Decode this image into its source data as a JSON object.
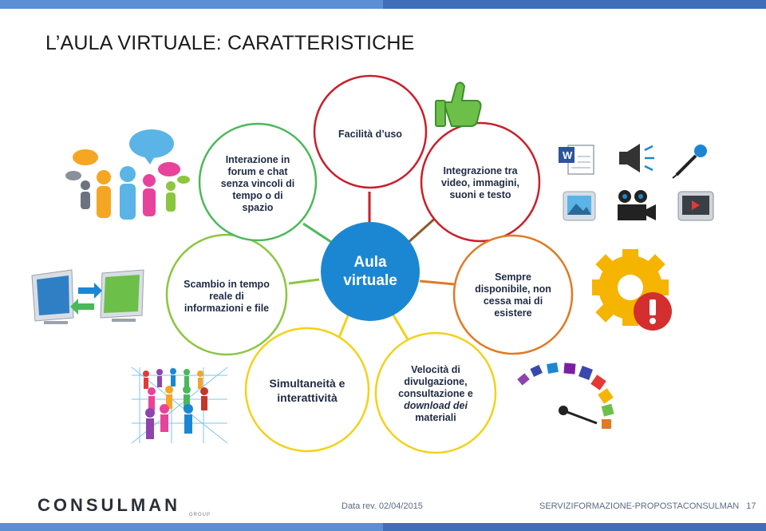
{
  "slide": {
    "title": "L’AULA VIRTUALE: CARATTERISTICHE"
  },
  "diagram": {
    "center": {
      "line1": "Aula",
      "line2": "virtuale",
      "color": "#1b87d3"
    },
    "nodes": [
      {
        "id": "facilita",
        "text": "Facilità d’uso",
        "color": "#c8202a"
      },
      {
        "id": "integrazione",
        "lines": [
          "Integrazione tra",
          "video, immagini,",
          "suoni e testo"
        ],
        "color": "#c8202a"
      },
      {
        "id": "disponibile",
        "lines": [
          "Sempre",
          "disponibile, non",
          "cessa mai di",
          "esistere"
        ],
        "color": "#e07a24"
      },
      {
        "id": "velocita",
        "lines": [
          "Velocità di",
          "divulgazione,",
          "consultazione e",
          "download dei",
          "materiali"
        ],
        "color": "#f2d21a"
      },
      {
        "id": "simultaneita",
        "lines": [
          "Simultaneità e",
          "interattività"
        ],
        "color": "#f2d21a"
      },
      {
        "id": "scambio",
        "lines": [
          "Scambio in tempo",
          "reale di",
          "informazioni e file"
        ],
        "color": "#8cc63f"
      },
      {
        "id": "interazione",
        "lines": [
          "Interazione in",
          "forum e chat",
          "senza vincoli di",
          "tempo o di",
          "spazio"
        ],
        "color": "#4cb85c"
      }
    ]
  },
  "footer": {
    "logo_text": "CONSULMAN",
    "logo_sub": "GROUP",
    "date": "Data rev. 02/04/2015",
    "doc": "SERVIZIFORMAZIONE-PROPOSTACONSULMAN",
    "page": "17"
  },
  "colors": {
    "bar": "#5b8fd4",
    "bar_dark": "#3e6fb8"
  }
}
